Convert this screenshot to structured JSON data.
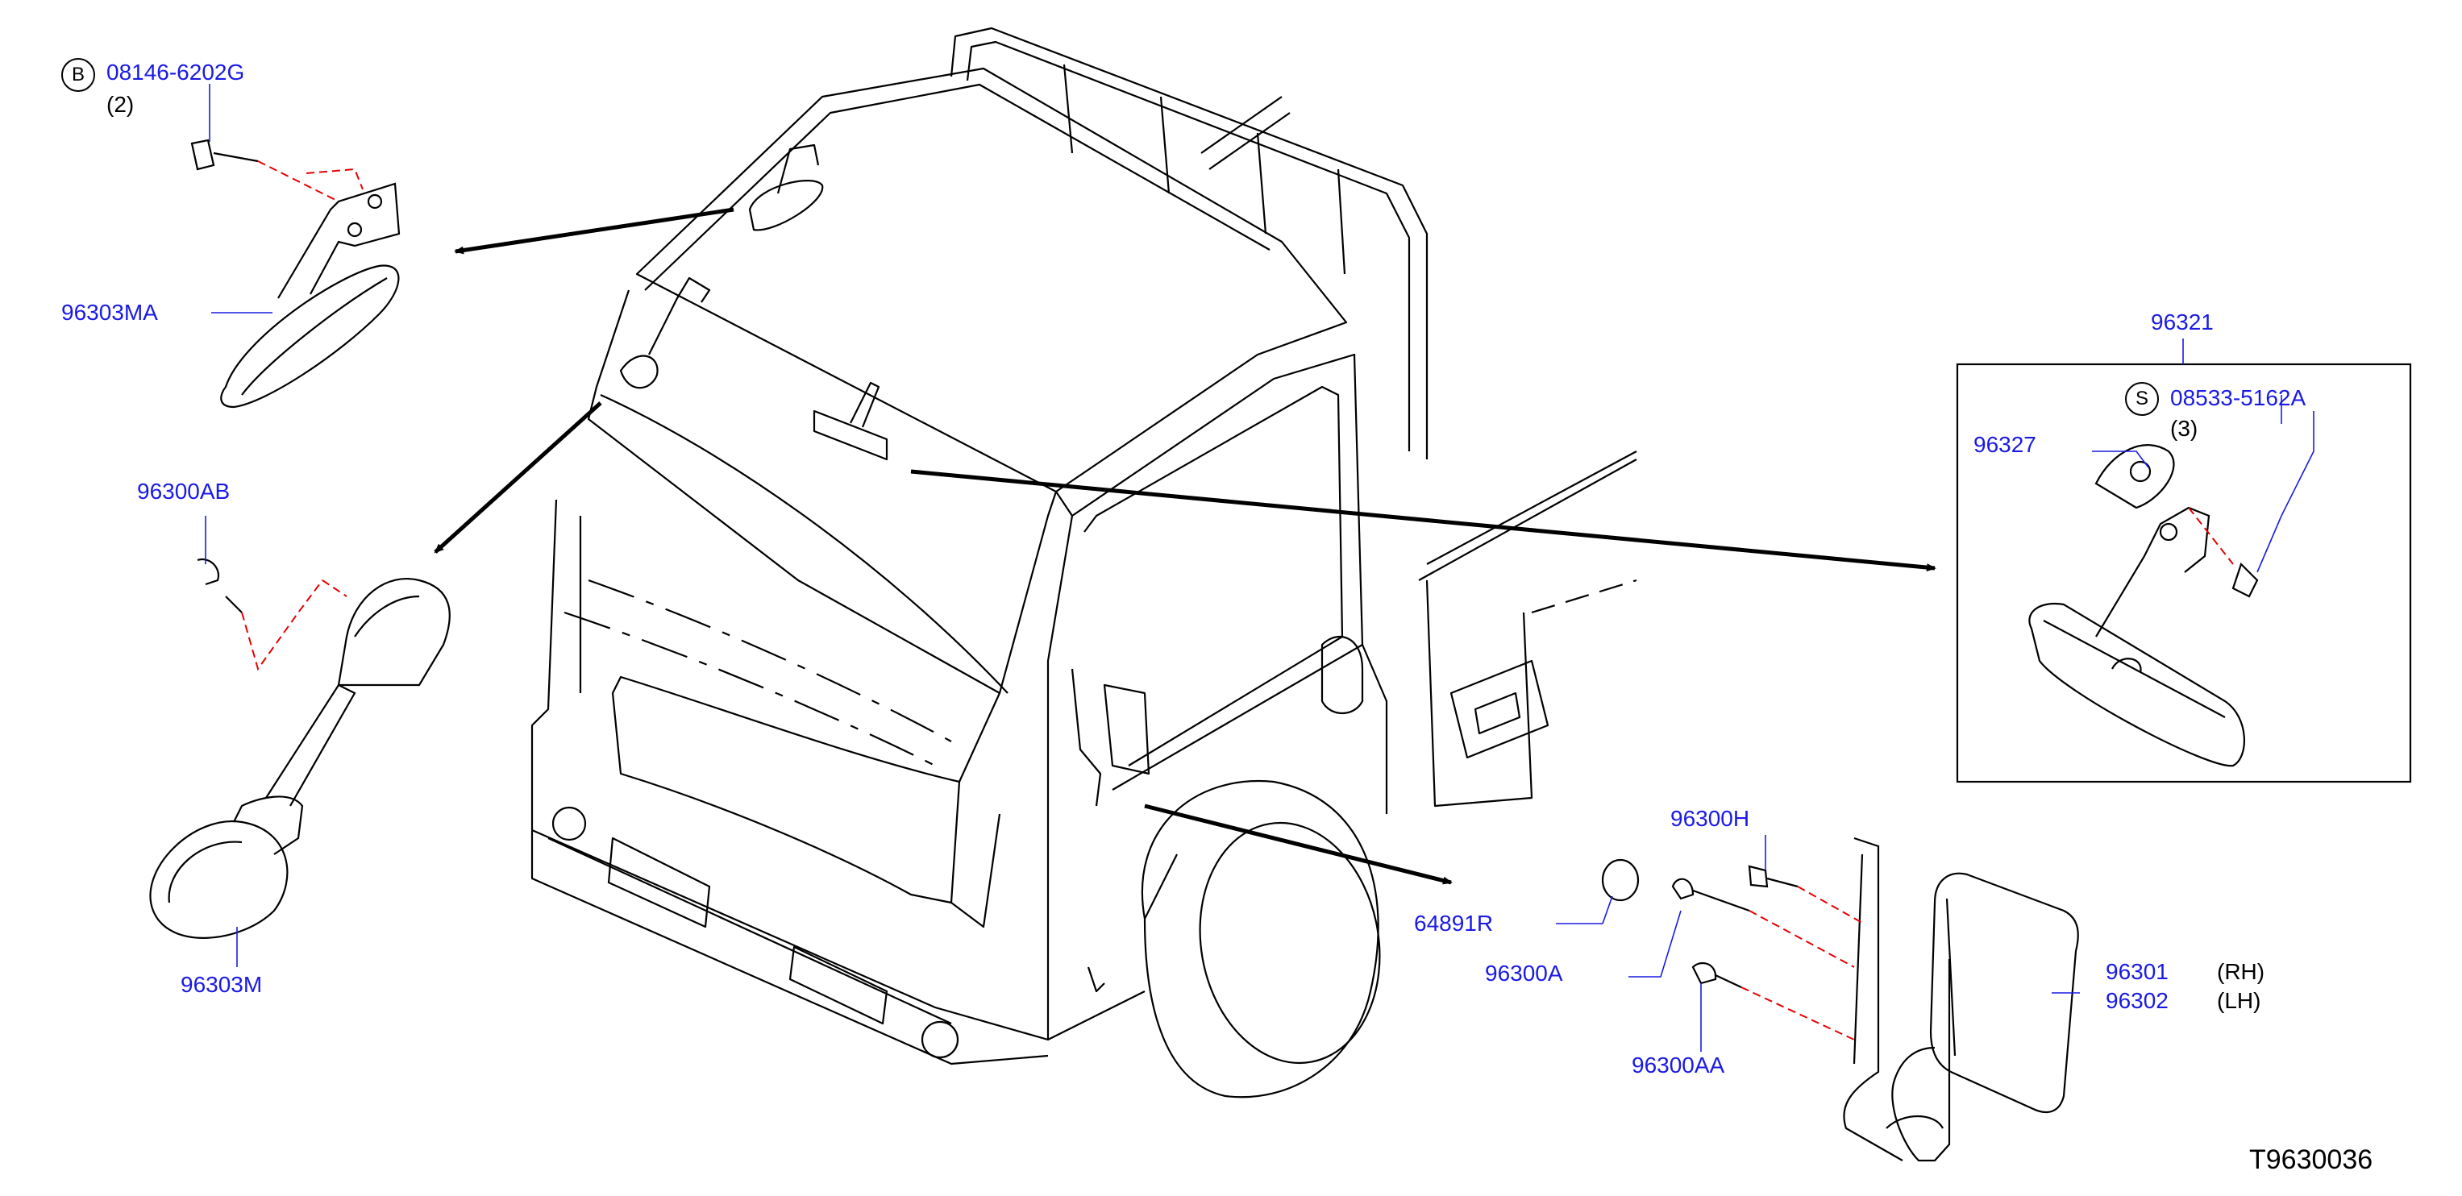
{
  "diagram": {
    "reference_code": "T9630036",
    "part_color": "#1a1ae6",
    "drawing_color": "#000000",
    "dashed_color": "#e60000",
    "callouts": {
      "bolt_b": {
        "symbol": "B",
        "part_number": "08146-6202G",
        "qty": "(2)"
      },
      "mirror_upper": {
        "part_number": "96303MA"
      },
      "clip_upper": {
        "part_number": "96300AB"
      },
      "mirror_lower": {
        "part_number": "96303M"
      },
      "inner_mirror_assy": {
        "part_number": "96321"
      },
      "screw_s": {
        "symbol": "S",
        "part_number": "08533-5162A",
        "qty": "(3)"
      },
      "mount_base": {
        "part_number": "96327"
      },
      "bolt_h": {
        "part_number": "96300H"
      },
      "cap": {
        "part_number": "64891R"
      },
      "bolt_a": {
        "part_number": "96300A"
      },
      "bolt_aa": {
        "part_number": "96300AA"
      },
      "door_mirror_rh": {
        "part_number": "96301",
        "side": "(RH)"
      },
      "door_mirror_lh": {
        "part_number": "96302",
        "side": "(LH)"
      }
    }
  }
}
